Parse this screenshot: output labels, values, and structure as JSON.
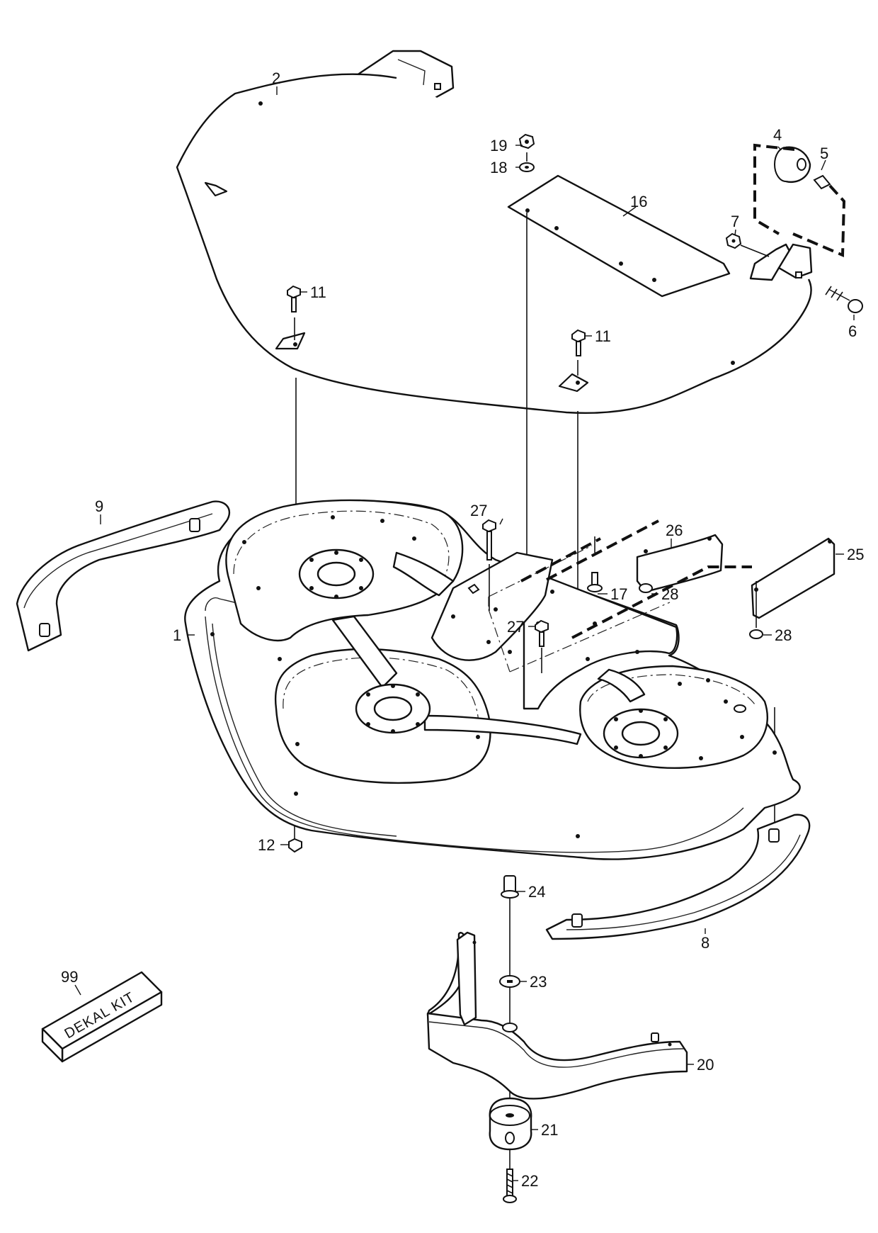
{
  "diagram": {
    "kit_box_text": "DEKAL KIT",
    "callouts": [
      {
        "id": "c2",
        "text": "2"
      },
      {
        "id": "c19",
        "text": "19"
      },
      {
        "id": "c18",
        "text": "18"
      },
      {
        "id": "c16",
        "text": "16"
      },
      {
        "id": "c4",
        "text": "4"
      },
      {
        "id": "c5",
        "text": "5"
      },
      {
        "id": "c7",
        "text": "7"
      },
      {
        "id": "c6",
        "text": "6"
      },
      {
        "id": "c11a",
        "text": "11"
      },
      {
        "id": "c11b",
        "text": "11"
      },
      {
        "id": "c9",
        "text": "9"
      },
      {
        "id": "c27a",
        "text": "27"
      },
      {
        "id": "c26",
        "text": "26"
      },
      {
        "id": "c25",
        "text": "25"
      },
      {
        "id": "c17",
        "text": "17"
      },
      {
        "id": "c28a",
        "text": "28"
      },
      {
        "id": "c27b",
        "text": "27"
      },
      {
        "id": "c28b",
        "text": "28"
      },
      {
        "id": "c1",
        "text": "1"
      },
      {
        "id": "c12",
        "text": "12"
      },
      {
        "id": "c24",
        "text": "24"
      },
      {
        "id": "c8",
        "text": "8"
      },
      {
        "id": "c99",
        "text": "99"
      },
      {
        "id": "c23",
        "text": "23"
      },
      {
        "id": "c20",
        "text": "20"
      },
      {
        "id": "c21",
        "text": "21"
      },
      {
        "id": "c22",
        "text": "22"
      }
    ]
  }
}
